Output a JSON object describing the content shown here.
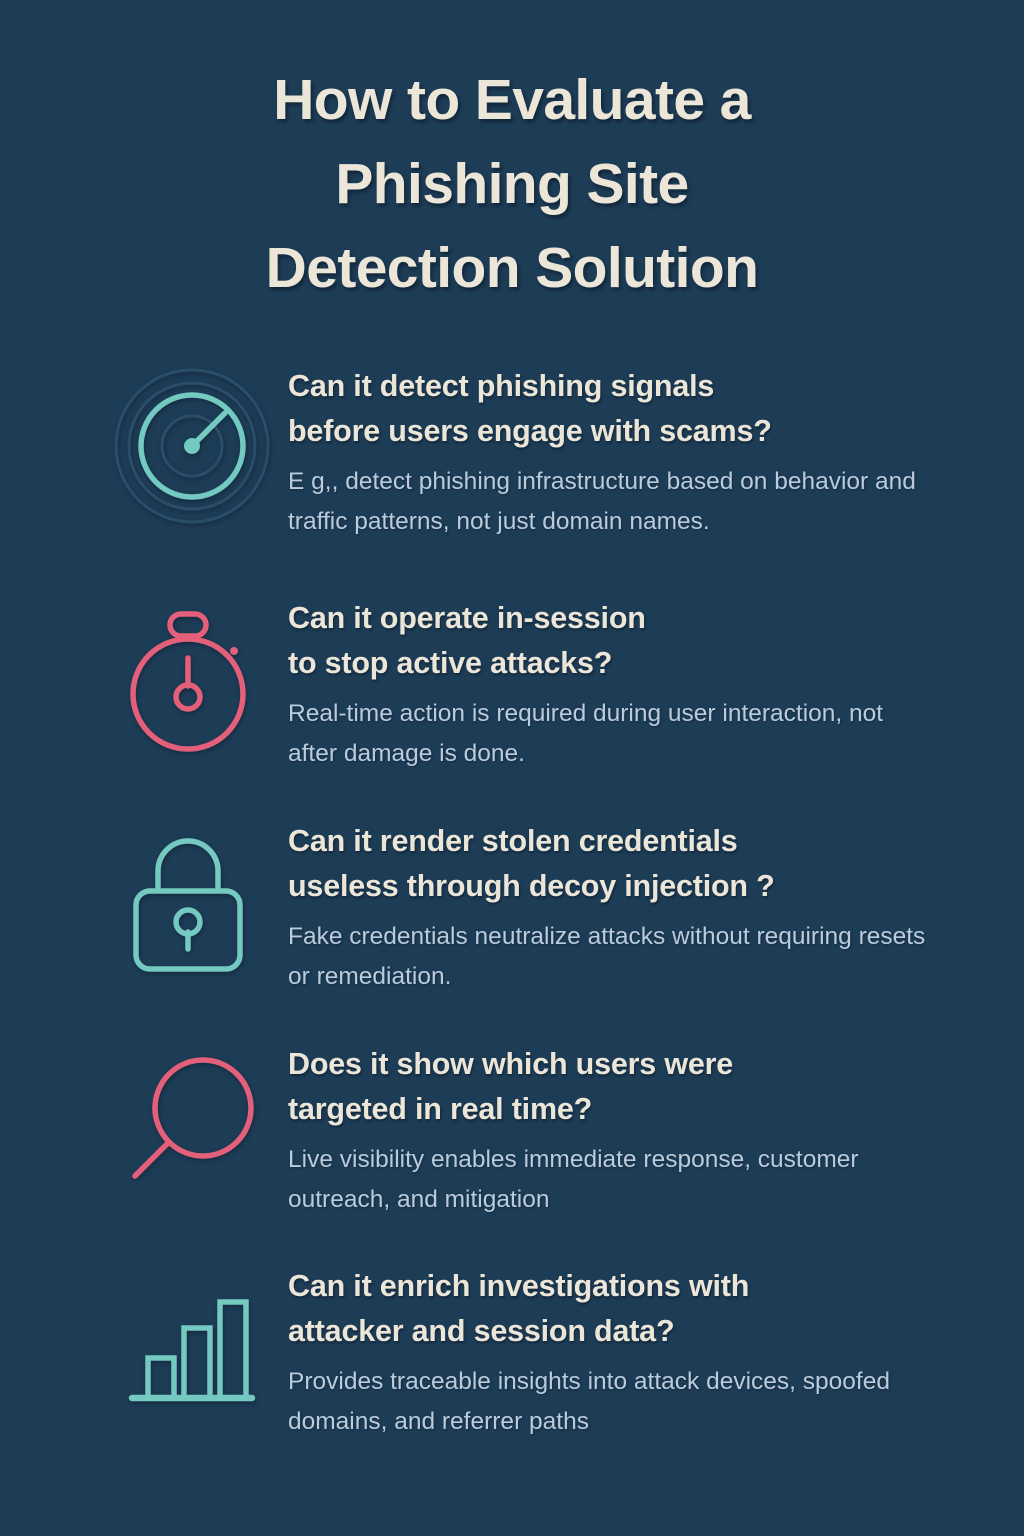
{
  "theme": {
    "background_color": "#1d3c56",
    "heading_color": "#ece6d8",
    "body_color": "#bacbdb",
    "teal_accent": "#74c9c0",
    "coral_accent": "#e4607a"
  },
  "title": {
    "line1": "How to Evaluate a",
    "line2": "Phishing Site",
    "line3": "Detection Solution"
  },
  "items": [
    {
      "icon": "radar-gauge-icon",
      "icon_color": "#74c9c0",
      "heading_line1": "Can it detect phishing signals",
      "heading_line2": "before users engage with scams?",
      "description": "E g,, detect phishing infrastructure based on behavior and traffic patterns, not just domain names."
    },
    {
      "icon": "stopwatch-icon",
      "icon_color": "#e4607a",
      "heading_line1": "Can it operate in-session",
      "heading_line2": "to stop active attacks?",
      "description": "Real-time action is required during user interaction, not after damage is done."
    },
    {
      "icon": "padlock-icon",
      "icon_color": "#74c9c0",
      "heading_line1": "Can it render stolen credentials",
      "heading_line2": "useless through decoy injection ?",
      "description": "Fake credentials neutralize attacks without requiring resets or remediation."
    },
    {
      "icon": "magnifying-glass-icon",
      "icon_color": "#e4607a",
      "heading_line1": "Does it show which users were",
      "heading_line2": "targeted in real time?",
      "description": "Live visibility enables immediate response, customer outreach, and mitigation"
    },
    {
      "icon": "bar-chart-icon",
      "icon_color": "#74c9c0",
      "heading_line1": "Can it enrich investigations with",
      "heading_line2": "attacker and session data?",
      "description": "Provides traceable insights into attack devices, spoofed domains, and referrer paths"
    }
  ]
}
